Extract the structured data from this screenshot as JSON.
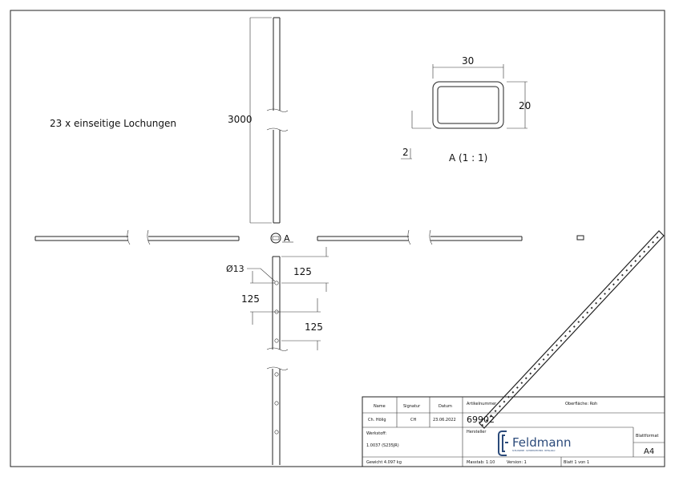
{
  "note": "23 x einseitige Lochungen",
  "dimensions": {
    "length": "3000",
    "profile_width": "30",
    "profile_height": "20",
    "wall": "2",
    "hole_diameter": "Ø13",
    "hole_offset": "125",
    "hole_pitch_1": "125",
    "hole_pitch_2": "125"
  },
  "section_marker": "A",
  "section_label": "A (1 : 1)",
  "title_block": {
    "name_header": "Name",
    "signatur_header": "Signatur",
    "datum_header": "Datum",
    "name": "Ch. Hölig",
    "signatur": "CH",
    "datum": "23.06.2022",
    "artikelnummer_label": "Artikelnummer",
    "artikelnummer": "69902",
    "oberflaeche": "Oberfläche:  Roh",
    "werkstoff_label": "Werkstoff:",
    "werkstoff": "1.0037 (S235JR)",
    "hersteller_label": "Hersteller",
    "logo_text": "Feldmann",
    "logo_tagline": "SCHLOSSEREI · SCHWEISSTECHNIK · METALLBAU",
    "blattformat_label": "Blattformat",
    "blattformat": "A4",
    "gewicht": "Gewicht 4.097 kg",
    "massstab": "Masstab: 1:10",
    "version": "Version: 1",
    "blatt": "Blatt 1 von 1"
  },
  "colors": {
    "line": "#222222",
    "logo": "#2b4a7a"
  }
}
